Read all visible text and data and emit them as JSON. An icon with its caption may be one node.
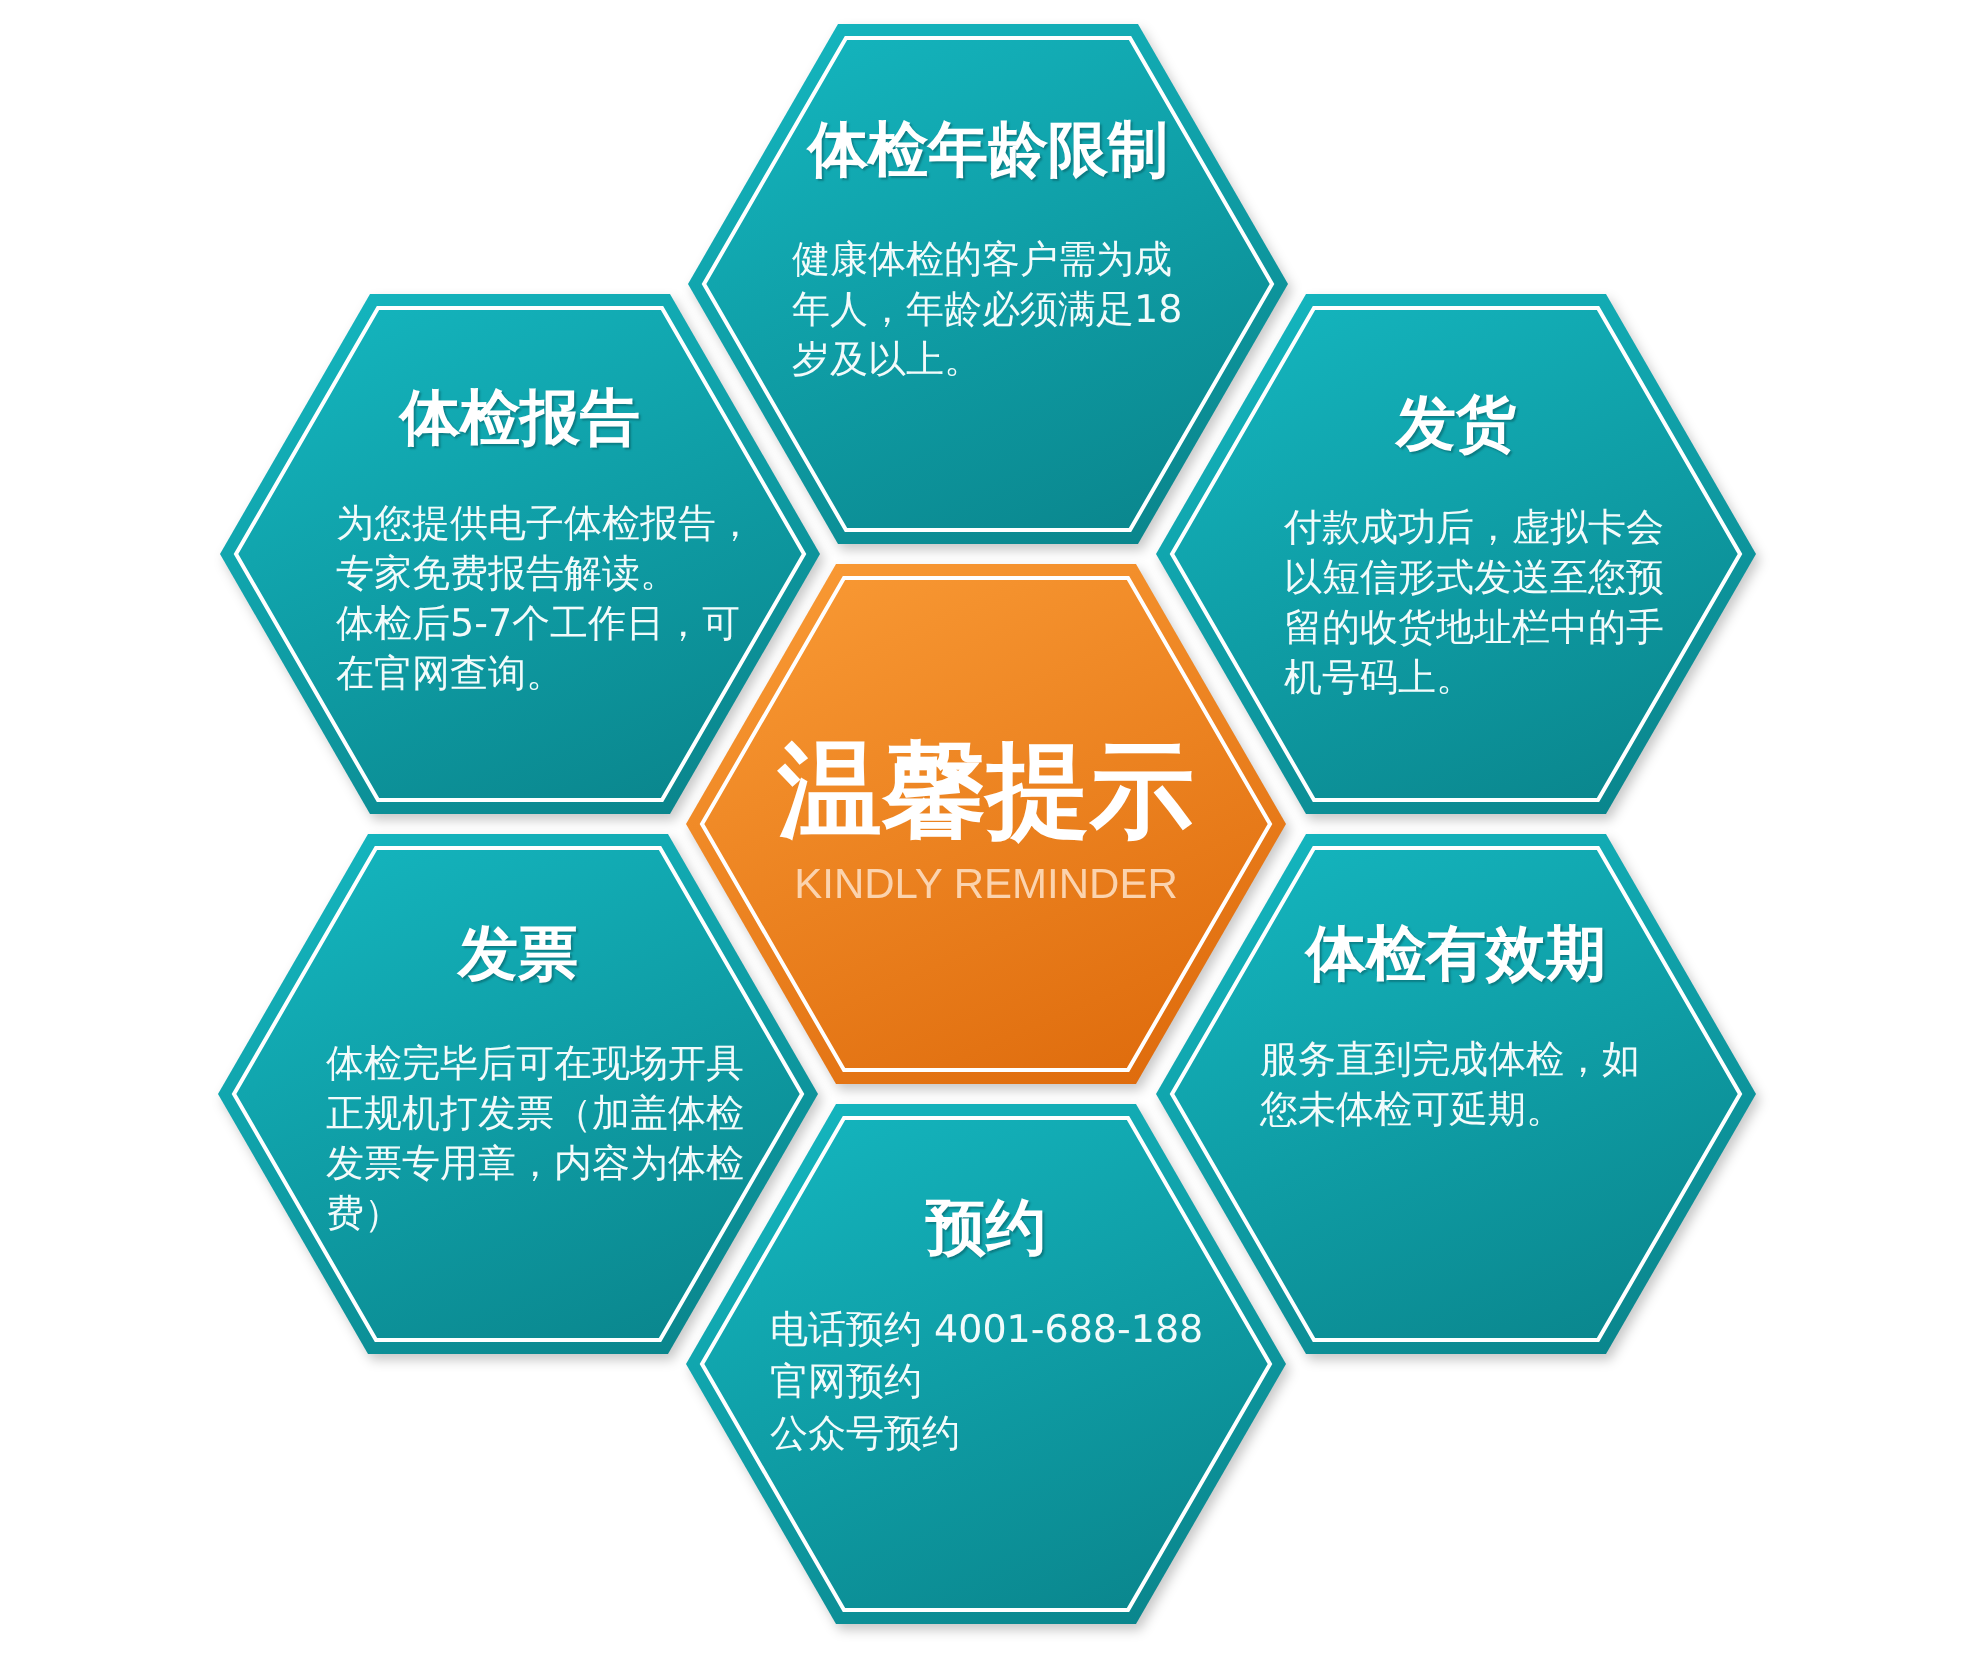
{
  "diagram": {
    "nodes": [
      {
        "text": [
          "体检年龄限制",
          "健康体检的客户需为成年人，年龄必须满足18岁及以上。"
        ]
      },
      {
        "text": [
          "体检报告",
          "为您提供电子体检报告，专家免费报告解读。",
          "体检后5-7个工作日，可在官网查询。"
        ]
      },
      {
        "text": [
          "发货",
          "付款成功后，虚拟卡会以短信形式发送至您预留的收货地址栏中的手机号码上。"
        ]
      },
      {
        "text": [
          "温馨提示",
          "KINDLY REMINDER"
        ]
      },
      {
        "text": [
          "发票",
          "体检完毕后可在现场开具正规机打发票（加盖体检发票专用章，内容为体检费）"
        ]
      },
      {
        "text": [
          "体检有效期",
          "服务直到完成体检，如您未体检可延期。"
        ]
      },
      {
        "text": [
          "预约",
          "电话预约 4001-688-188",
          "官网预约",
          "公众号预约"
        ]
      }
    ]
  }
}
